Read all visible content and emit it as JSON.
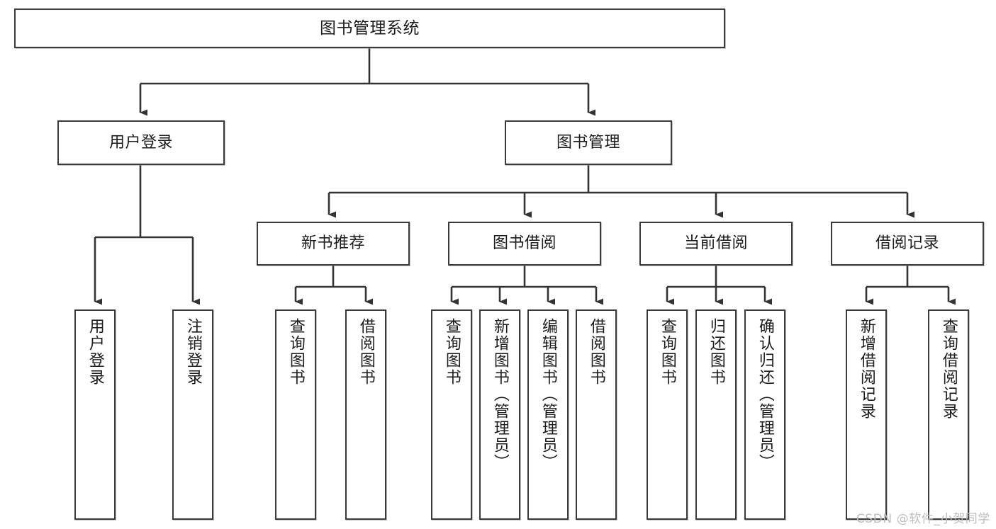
{
  "diagram": {
    "title": "图书管理系统",
    "type": "tree-hierarchy-chart",
    "watermark": "CSDN @软件_小贺同学",
    "colors": {
      "box_border": "#3b3b3b",
      "box_fill": "#ffffff",
      "connector": "#333333",
      "text": "#1c1c1c",
      "watermark": "#bdbdbd",
      "background": "#ffffff"
    },
    "root": {
      "label": "图书管理系统"
    },
    "level1": [
      {
        "label": "用户登录"
      },
      {
        "label": "图书管理"
      }
    ],
    "level2": [
      {
        "label": "新书推荐"
      },
      {
        "label": "图书借阅"
      },
      {
        "label": "当前借阅"
      },
      {
        "label": "借阅记录"
      }
    ],
    "leaves": {
      "user_login": [
        {
          "label": "用户登录"
        },
        {
          "label": "注销登录"
        }
      ],
      "new_book_recommend": [
        {
          "label": "查询图书"
        },
        {
          "label": "借阅图书"
        }
      ],
      "book_borrow": [
        {
          "label": "查询图书"
        },
        {
          "label": "新增图书（管理员）"
        },
        {
          "label": "编辑图书（管理员）"
        },
        {
          "label": "借阅图书"
        }
      ],
      "current_borrow": [
        {
          "label": "查询图书"
        },
        {
          "label": "归还图书"
        },
        {
          "label": "确认归还（管理员）"
        }
      ],
      "borrow_record": [
        {
          "label": "新增借阅记录"
        },
        {
          "label": "查询借阅记录"
        }
      ]
    }
  }
}
